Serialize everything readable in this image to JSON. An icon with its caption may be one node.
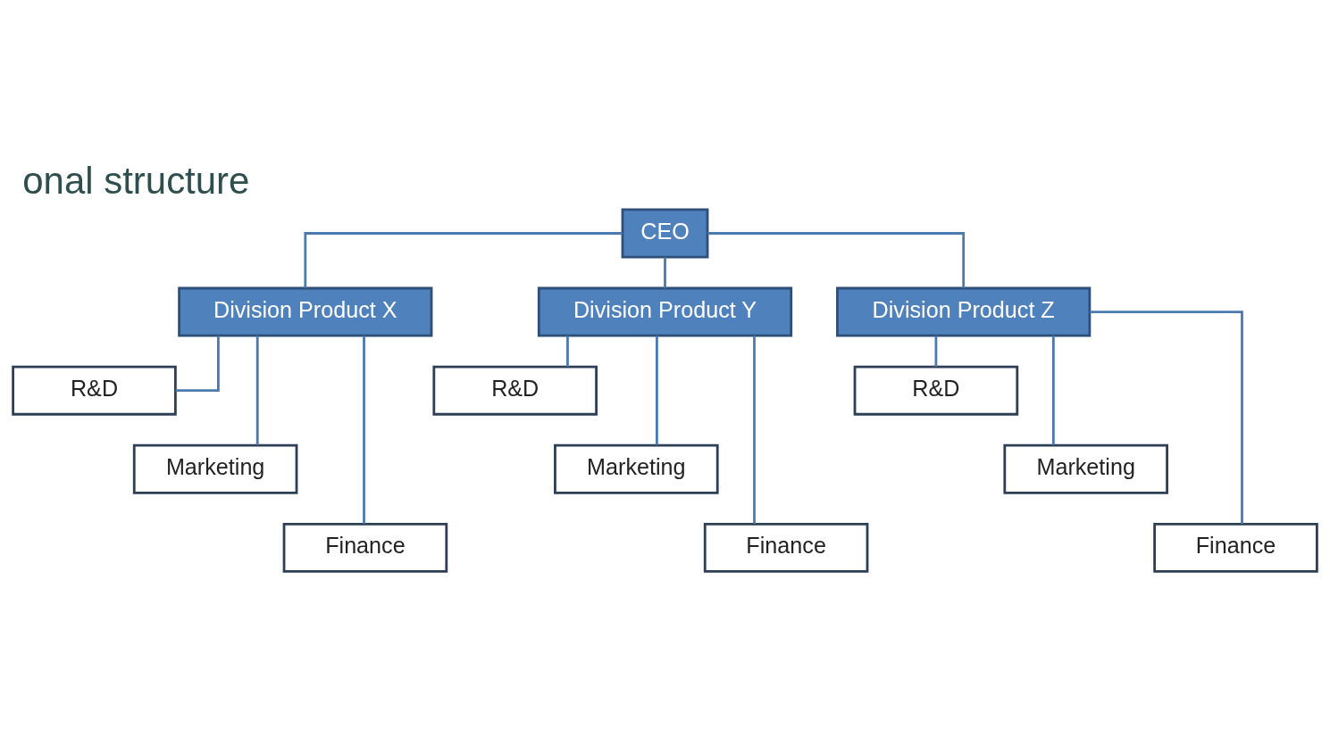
{
  "diagram": {
    "title": "onal structure",
    "nodes": [
      {
        "text": [
          "CEO"
        ]
      },
      {
        "text": [
          "Division Product X"
        ]
      },
      {
        "text": [
          "Division Product Y"
        ]
      },
      {
        "text": [
          "Division Product Z"
        ]
      },
      {
        "text": [
          "R&D"
        ]
      },
      {
        "text": [
          "Marketing"
        ]
      },
      {
        "text": [
          "Finance"
        ]
      },
      {
        "text": [
          "R&D"
        ]
      },
      {
        "text": [
          "Marketing"
        ]
      },
      {
        "text": [
          "Finance"
        ]
      },
      {
        "text": [
          "R&D"
        ]
      },
      {
        "text": [
          "Marketing"
        ]
      },
      {
        "text": [
          "Finance"
        ]
      }
    ],
    "edges": [
      {
        "from": 0,
        "to": 1,
        "arrow": "none"
      },
      {
        "from": 0,
        "to": 2,
        "arrow": "none"
      },
      {
        "from": 0,
        "to": 3,
        "arrow": "none"
      },
      {
        "from": 1,
        "to": 4,
        "arrow": "none"
      },
      {
        "from": 1,
        "to": 5,
        "arrow": "none"
      },
      {
        "from": 1,
        "to": 6,
        "arrow": "none"
      },
      {
        "from": 2,
        "to": 7,
        "arrow": "none"
      },
      {
        "from": 2,
        "to": 8,
        "arrow": "none"
      },
      {
        "from": 2,
        "to": 9,
        "arrow": "none"
      },
      {
        "from": 3,
        "to": 10,
        "arrow": "none"
      },
      {
        "from": 3,
        "to": 11,
        "arrow": "none"
      },
      {
        "from": 3,
        "to": 12,
        "arrow": "none"
      }
    ]
  }
}
